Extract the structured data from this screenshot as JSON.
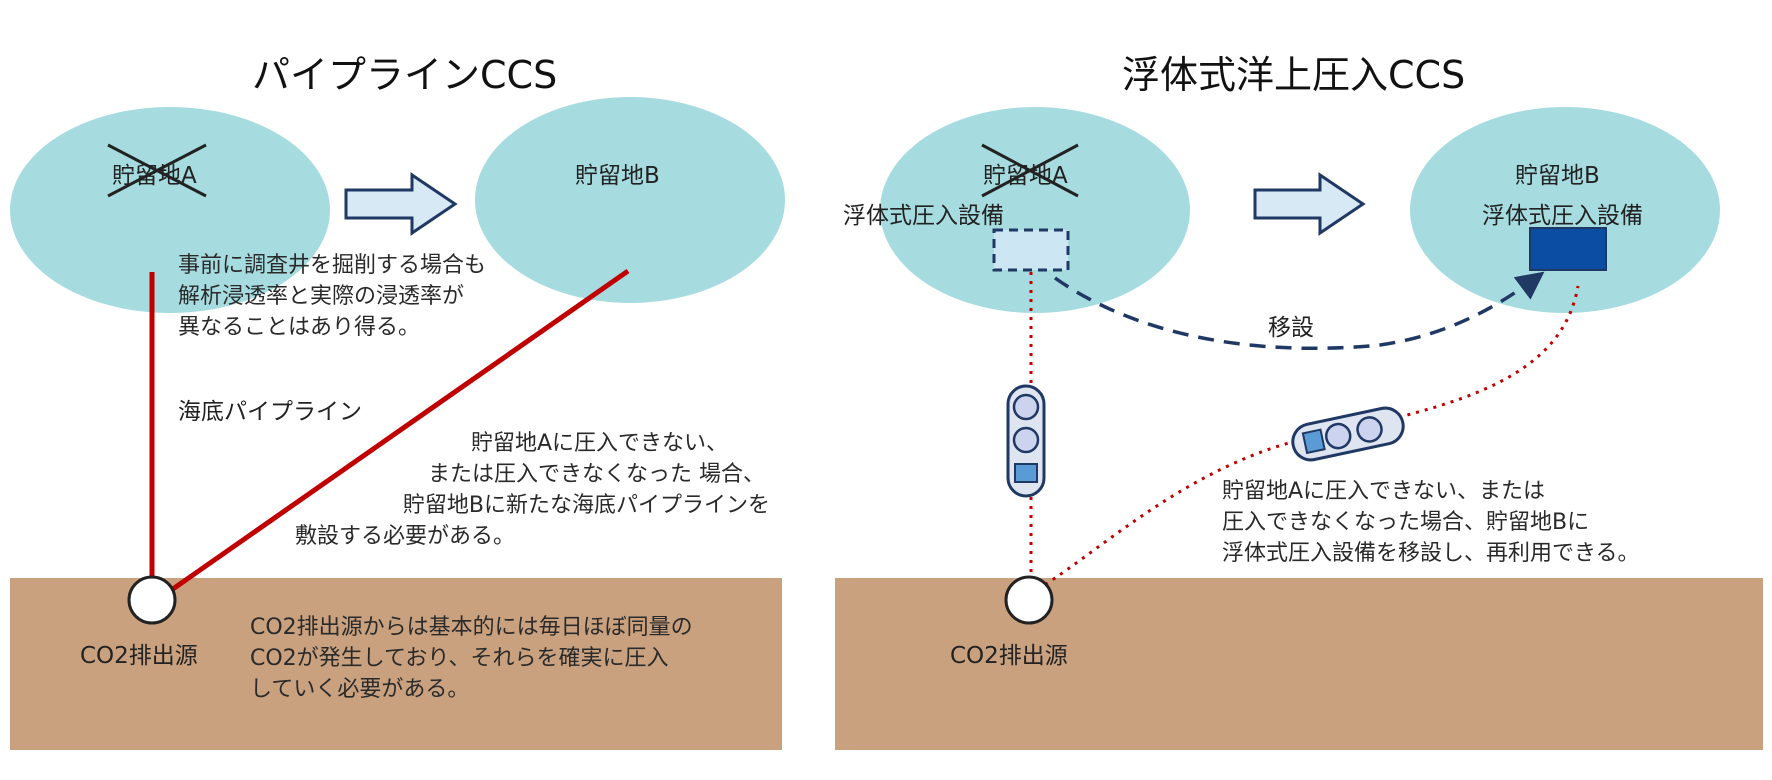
{
  "left_panel": {
    "title": "パイプラインCCS",
    "reservoir_a": "貯留地A",
    "reservoir_b": "貯留地B",
    "survey_note": [
      "事前に調査井を掘削する場合も",
      "解析浸透率と実際の浸透率が",
      "異なることはあり得る。"
    ],
    "pipeline_label": "海底パイプライン",
    "pipeline_note": [
      "貯留地Aに圧入できない、",
      "または圧入できなくなった 場合、",
      "貯留地Bに新たな海底パイプラインを",
      "敷設する必要がある。"
    ],
    "source_label": "CO2排出源",
    "source_note": [
      "CO2排出源からは基本的には毎日ほぼ同量の",
      "CO2が発生しており、それらを確実に圧入",
      "していく必要がある。"
    ]
  },
  "right_panel": {
    "title": "浮体式洋上圧入CCS",
    "reservoir_a": "貯留地A",
    "reservoir_b": "貯留地B",
    "facility_label_a": "浮体式圧入設備",
    "facility_label_b": "浮体式圧入設備",
    "relocate_label": "移設",
    "note": [
      "貯留地Aに圧入できない、または",
      "圧入できなくなった場合、貯留地Bに",
      "浮体式圧入設備を移設し、再利用できる。"
    ],
    "source_label": "CO2排出源"
  },
  "colors": {
    "reservoir": "#a6dce0",
    "seabed": "#c9a17f",
    "pipeline": "#c00000",
    "arrow_fill": "#d6e9f5",
    "arrow_stroke": "#1f3864",
    "facility_active": "#0b4da2",
    "facility_ghost": "#cde6f3",
    "ship_hull": "#dfe4f1",
    "ship_stroke": "#1f3864",
    "relocate_line": "#1f3864"
  }
}
